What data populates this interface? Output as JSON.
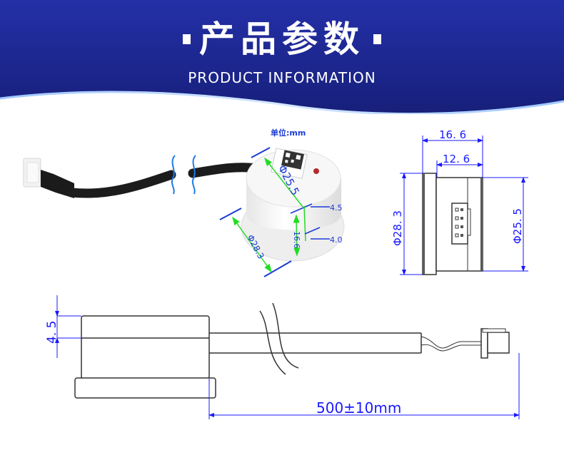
{
  "header": {
    "title": "产品参数",
    "subtitle": "PRODUCT INFORMATION",
    "background_color": "#1e2a9c"
  },
  "photo": {
    "unit_label": "单位:mm",
    "dims": {
      "top_diameter": "Φ25.5",
      "bottom_diameter": "Φ28.3",
      "height": "16.6",
      "top_step": "4.5",
      "bottom_step": "4.0"
    }
  },
  "side_view": {
    "width_total": "16. 6",
    "width_body": "12. 6",
    "diameter_base": "Φ28. 3",
    "diameter_top": "Φ25. 5"
  },
  "cable_view": {
    "cap_height": "4. 5",
    "cable_length": "500±10mm"
  },
  "colors": {
    "dimension_blue": "#1a1aff",
    "photo_green": "#22dd22",
    "photo_blue": "#1a3bd6",
    "line_black": "#222222"
  }
}
